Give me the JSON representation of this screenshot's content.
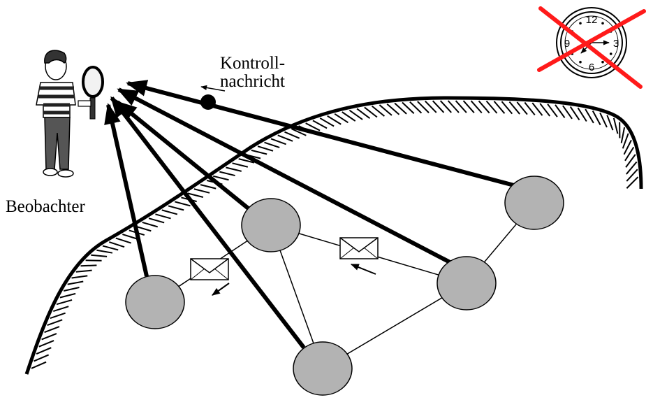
{
  "labels": {
    "control_message_line1": "Kontroll-",
    "control_message_line2": "nachricht",
    "observer": "Beobachter"
  },
  "clock": {
    "numerals": [
      "12",
      "3",
      "6",
      "9"
    ],
    "crossed_out": true,
    "cross_color": "#ff1a1a"
  },
  "colors": {
    "node_fill": "#b3b3b3",
    "stroke": "#000000",
    "background": "#ffffff"
  },
  "icons": [
    "observer-person-icon",
    "magnifying-glass-icon",
    "envelope-icon",
    "clock-icon"
  ]
}
